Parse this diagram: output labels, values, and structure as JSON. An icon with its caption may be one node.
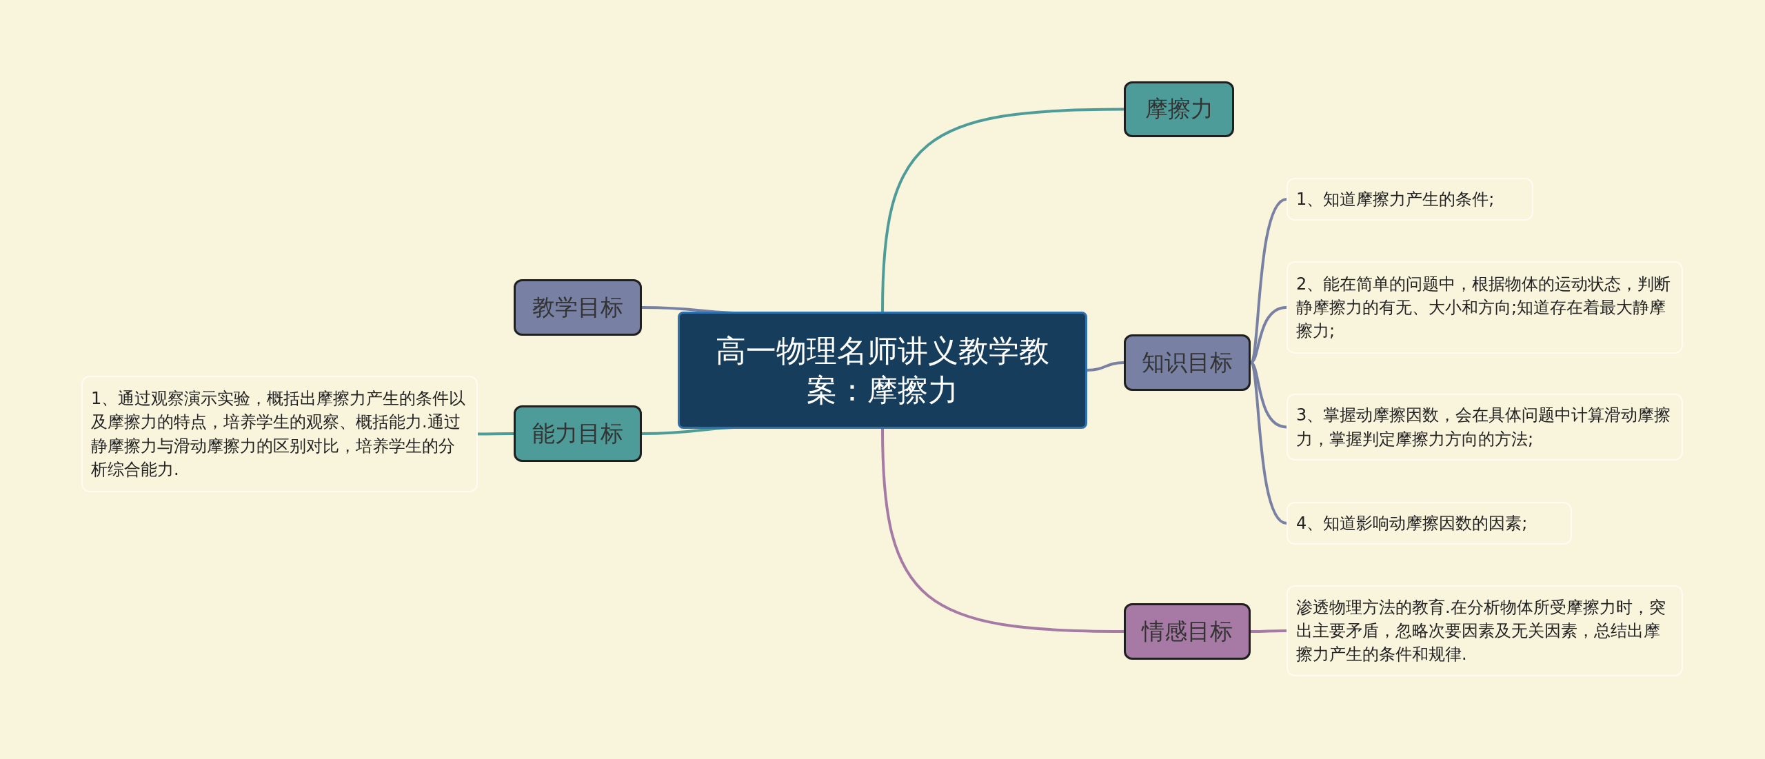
{
  "diagram": {
    "nodes": [
      {
        "text": [
          "高一物理名师讲义教学教案：摩擦力"
        ]
      },
      {
        "text": [
          "摩擦力"
        ]
      },
      {
        "text": [
          "知识目标"
        ]
      },
      {
        "text": [
          "1、知道摩擦力产生的条件;"
        ]
      },
      {
        "text": [
          "2、能在简单的问题中，根据物体的运动状态，判断静摩擦力的有无、大小和方向;知道存在着最大静摩擦力;"
        ]
      },
      {
        "text": [
          "3、掌握动摩擦因数，会在具体问题中计算滑动摩擦力，掌握判定摩擦力方向的方法;"
        ]
      },
      {
        "text": [
          "4、知道影响动摩擦因数的因素;"
        ]
      },
      {
        "text": [
          "情感目标"
        ]
      },
      {
        "text": [
          "渗透物理方法的教育.在分析物体所受摩擦力时，突出主要矛盾，忽略次要因素及无关因素，总结出摩擦力产生的条件和规律."
        ]
      },
      {
        "text": [
          "教学目标"
        ]
      },
      {
        "text": [
          "能力目标"
        ]
      },
      {
        "text": [
          "1、通过观察演示实验，概括出摩擦力产生的条件以及摩擦力的特点，培养学生的观察、概括能力.通过静摩擦力与滑动摩擦力的区别对比，培养学生的分析综合能力."
        ]
      }
    ],
    "edges": [
      {
        "from": 0,
        "to": 1,
        "arrow": "none",
        "color": "#4e9c9a"
      },
      {
        "from": 0,
        "to": 2,
        "arrow": "none",
        "color": "#7880a4"
      },
      {
        "from": 2,
        "to": 3,
        "arrow": "none",
        "color": "#7880a4"
      },
      {
        "from": 2,
        "to": 4,
        "arrow": "none",
        "color": "#7880a4"
      },
      {
        "from": 2,
        "to": 5,
        "arrow": "none",
        "color": "#7880a4"
      },
      {
        "from": 2,
        "to": 6,
        "arrow": "none",
        "color": "#7880a4"
      },
      {
        "from": 0,
        "to": 7,
        "arrow": "none",
        "color": "#a77aa6"
      },
      {
        "from": 7,
        "to": 8,
        "arrow": "none",
        "color": "#a77aa6"
      },
      {
        "from": 0,
        "to": 9,
        "arrow": "none",
        "color": "#7880a4"
      },
      {
        "from": 0,
        "to": 10,
        "arrow": "none",
        "color": "#4e9c9a"
      },
      {
        "from": 10,
        "to": 11,
        "arrow": "none",
        "color": "#4e9c9a"
      }
    ]
  }
}
